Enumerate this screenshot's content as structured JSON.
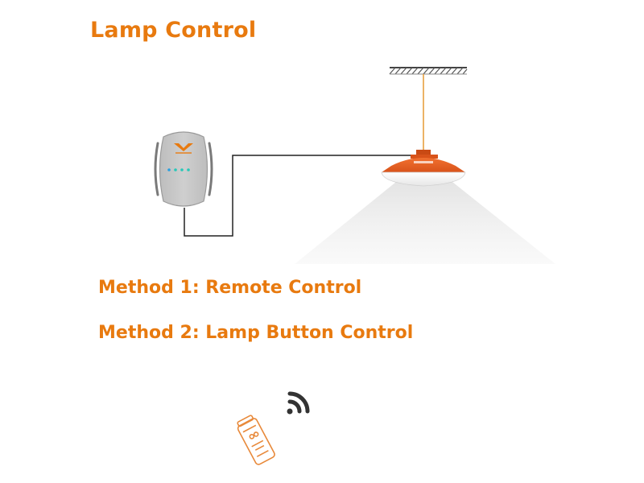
{
  "title": "Lamp Control",
  "methods": [
    {
      "label": "Method 1: Remote Control"
    },
    {
      "label": "Method 2: Lamp Button Control"
    }
  ],
  "colors": {
    "accent": "#e87a0f",
    "lamp_body": "#e85e1e",
    "device_body": "#c4c4c4",
    "led": "#27b8d8",
    "wire": "#222222",
    "signal": "#333333"
  },
  "icons": {
    "ceiling": "ceiling-mount-icon",
    "controller": "controller-box-icon",
    "lamp": "pendant-lamp-icon",
    "light_beam": "light-beam-icon",
    "signal": "wireless-signal-icon",
    "remote": "remote-control-icon"
  }
}
